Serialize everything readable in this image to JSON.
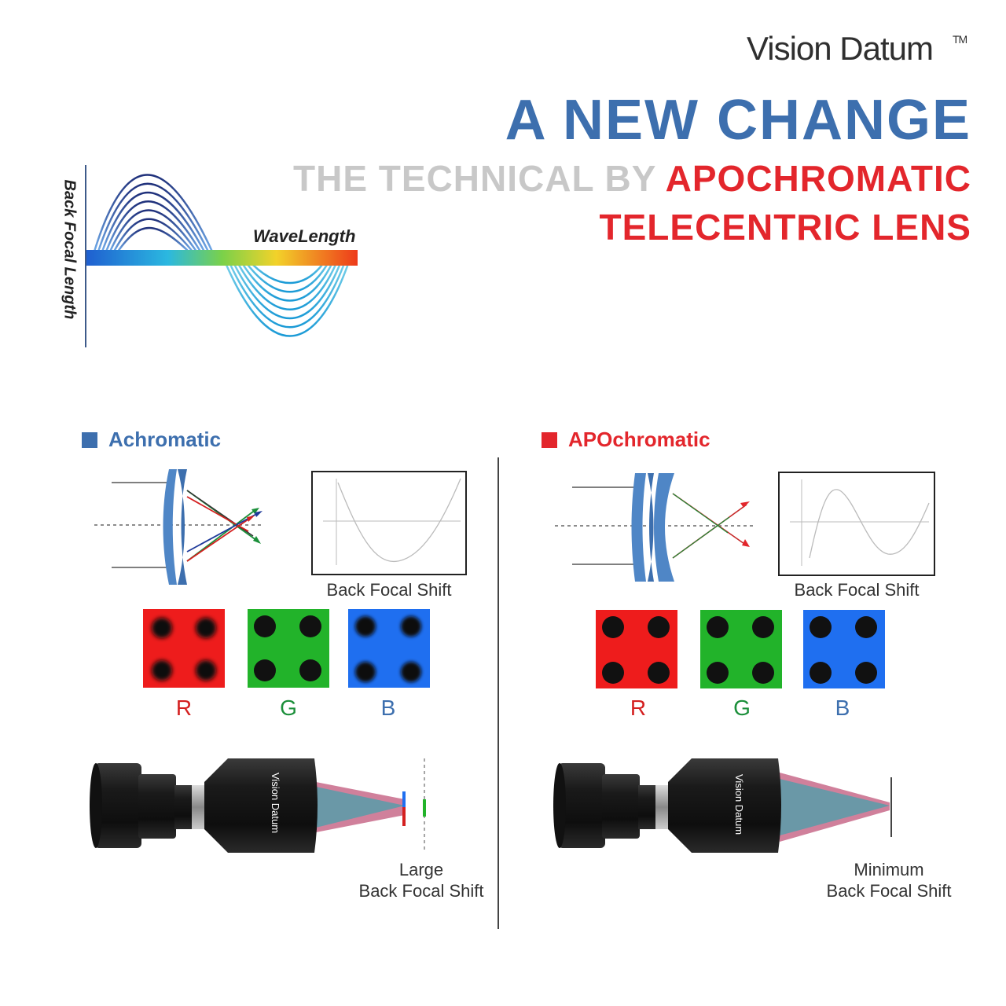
{
  "brand": {
    "name": "Vision Datum",
    "trademark": "TM"
  },
  "headline": {
    "line1": "A NEW CHANGE",
    "line2_grey": "THE TECHNICAL BY ",
    "line2_red": "APOCHROMATIC",
    "line3": "TELECENTRIC LENS"
  },
  "wave_diagram": {
    "y_label": "Back Focal Length",
    "x_label": "WaveLength"
  },
  "achromatic": {
    "legend": "Achromatic",
    "legend_color": "#3d6fae",
    "graph_caption": "Back Focal Shift",
    "channels": [
      "R",
      "G",
      "B"
    ],
    "bottom_caption_1": "Large",
    "bottom_caption_2": "Back Focal Shift",
    "lens_brand": "Vision Datum"
  },
  "apochromatic": {
    "legend": "APOchromatic",
    "legend_color": "#e3262c",
    "graph_caption": "Back Focal Shift",
    "channels": [
      "R",
      "G",
      "B"
    ],
    "bottom_caption_1": "Minimum",
    "bottom_caption_2": "Back Focal Shift",
    "lens_brand": "Vision Datum"
  },
  "colors": {
    "red": "#ee1c1c",
    "green": "#22b32a",
    "blue": "#1f6ff0",
    "brand_blue": "#3d6fae",
    "accent_red": "#e3262c"
  }
}
